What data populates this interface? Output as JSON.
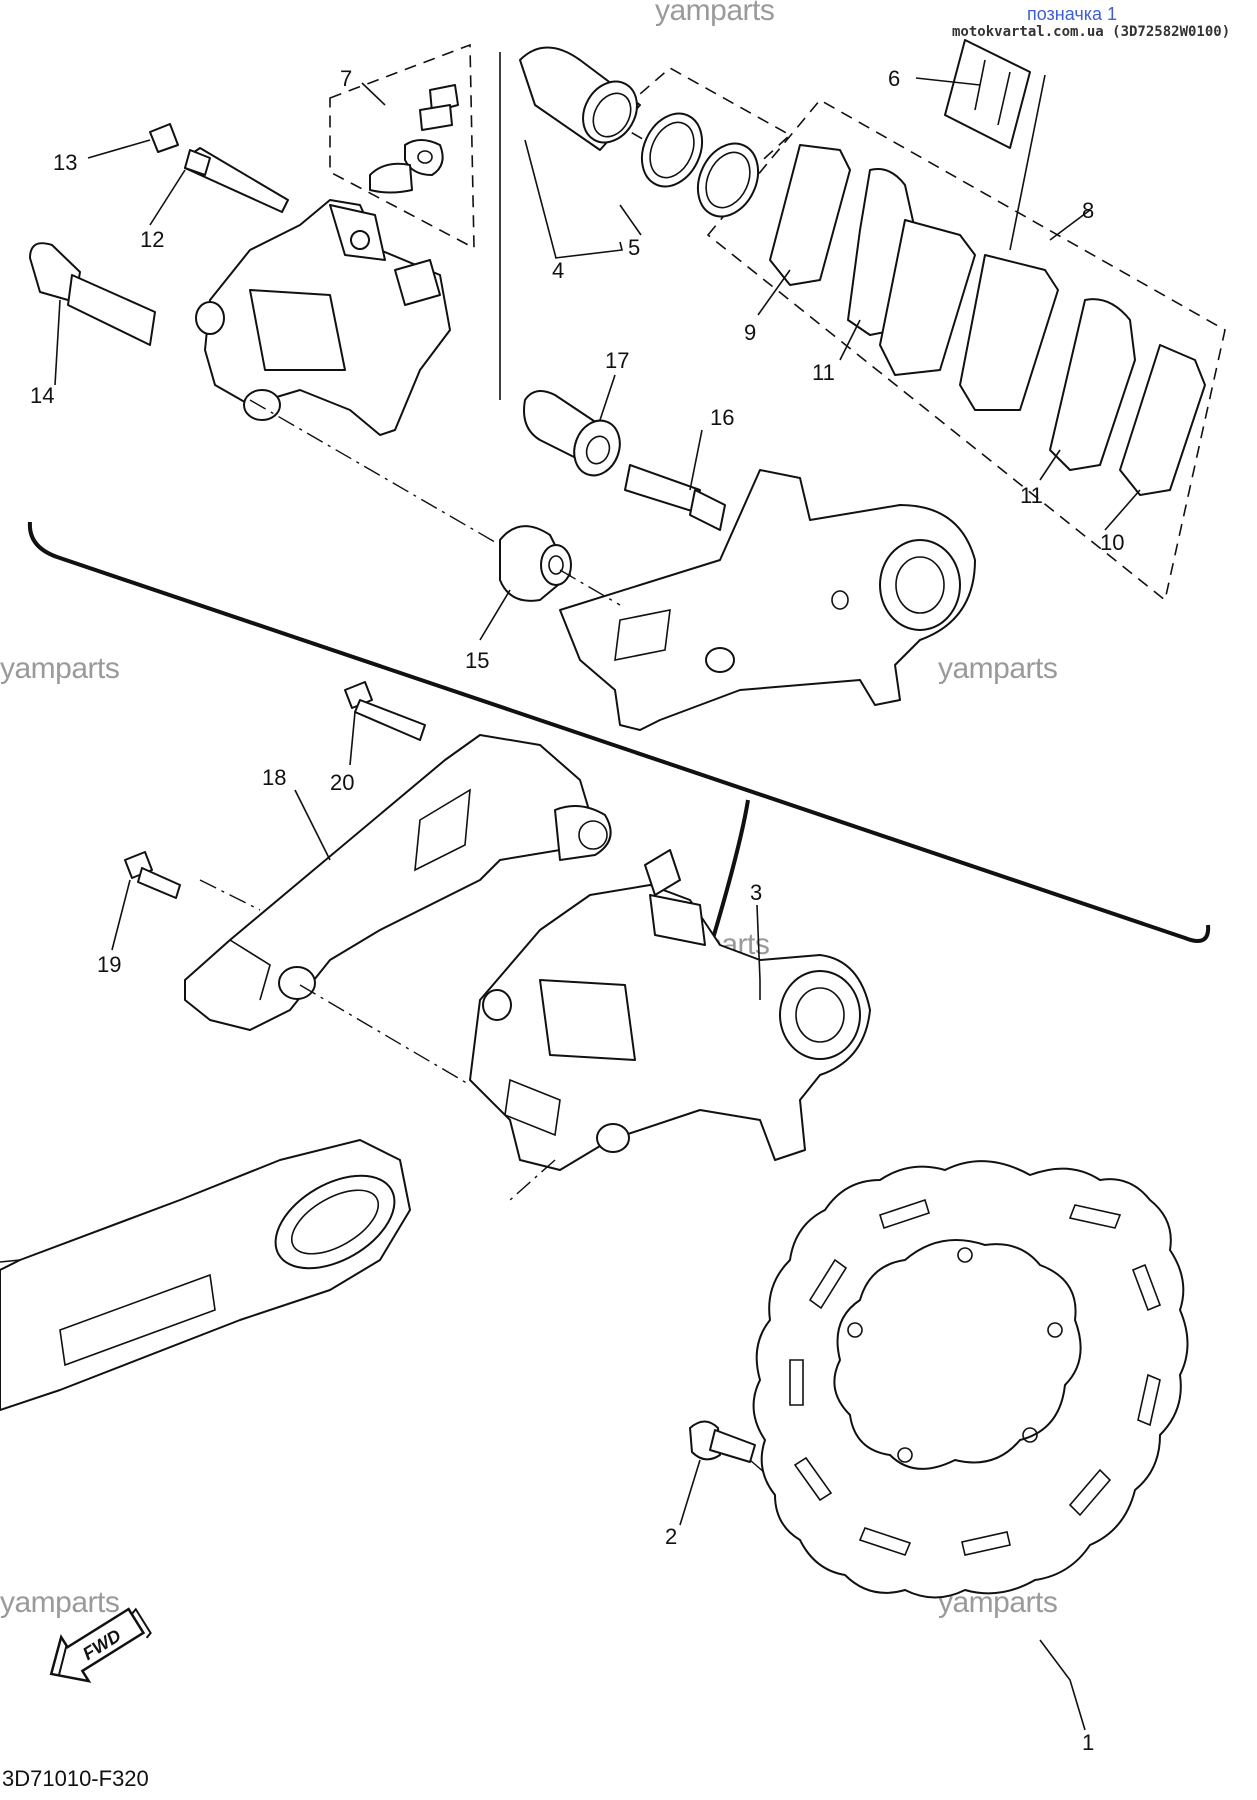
{
  "header": {
    "link_text": "позначка 1",
    "source_text": "motokvartal.com.ua (3D72582W0100)"
  },
  "watermarks": [
    "yamparts",
    "yamparts",
    "yamparts",
    "yamparts",
    "yamparts",
    "yamparts"
  ],
  "part_labels": [
    "1",
    "2",
    "3",
    "4",
    "5",
    "6",
    "7",
    "8",
    "9",
    "10",
    "11",
    "11",
    "12",
    "13",
    "14",
    "15",
    "16",
    "17",
    "18",
    "19",
    "20"
  ],
  "fwd_badge": "FWD",
  "diagram_code": "3D71010-F320"
}
